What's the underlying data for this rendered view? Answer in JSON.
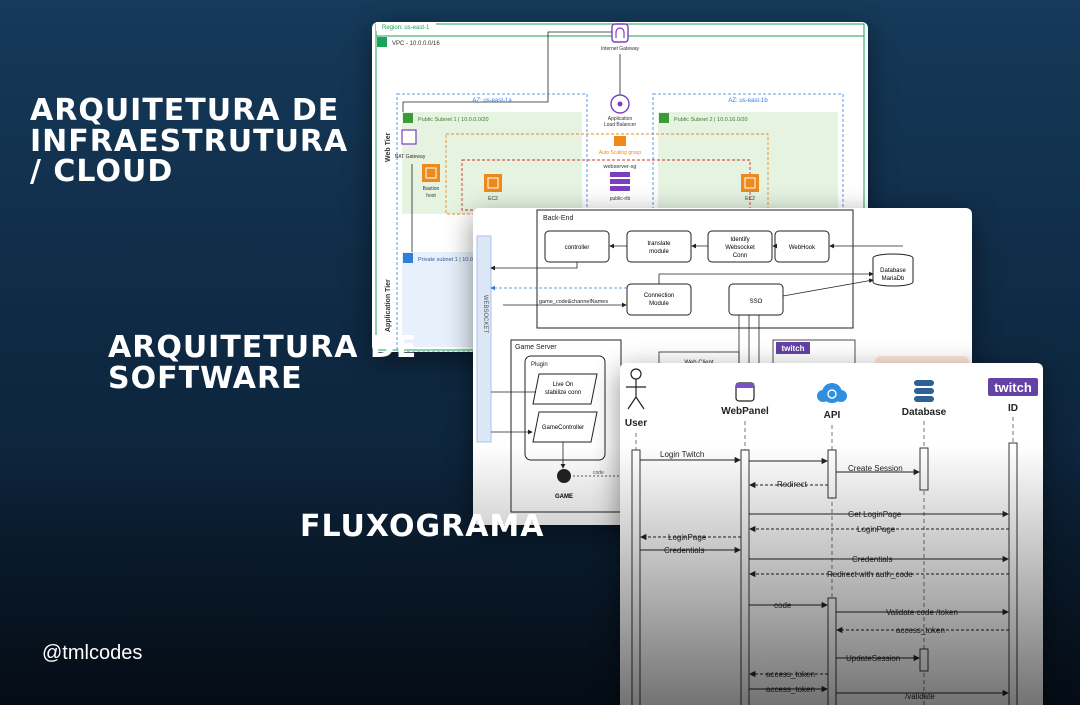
{
  "headings": {
    "infra": [
      "ARQUITETURA DE",
      "INFRAESTRUTURA",
      "/ CLOUD"
    ],
    "software": [
      "ARQUITETURA DE",
      "SOFTWARE"
    ],
    "flow": "FLUXOGRAMA"
  },
  "handle": "@tmlcodes",
  "infra": {
    "region": "Region: us-east-1",
    "vpc": "VPC - 10.0.0.0/16",
    "internet_gateway": "Internet Gateway",
    "alb": [
      "Application",
      "Load Balancer"
    ],
    "az_a": "AZ: us-east-1a",
    "az_b": "AZ: us-east-1b",
    "subnet_a": "Public Subnet 1 | 10.0.0.0/20",
    "subnet_b": "Public Subnet 2 | 10.0.16.0/20",
    "web_tier": "Web Tier",
    "nat": "NAT Gateway",
    "asg": "Auto Scaling group",
    "webserver_sg": "webserver-sg",
    "bastion": [
      "Bastion",
      "host"
    ],
    "ec2": "EC2",
    "public_rtb": "public-rtb",
    "private_subnet": "Private subnet 1 | 10.0.",
    "app_tier": "Application Tier"
  },
  "software": {
    "backend": "Back-End",
    "controller": "controller",
    "translate": [
      "translate",
      "module"
    ],
    "identify": [
      "Identify",
      "Websocket",
      "Conn"
    ],
    "webhook": "WebHook",
    "database": [
      "Database",
      "MariaDb"
    ],
    "connection": [
      "Connection",
      "Module"
    ],
    "sso": "SSO",
    "game_code": "game_code&channelNames",
    "websocket": "WEBSOCKET",
    "game_server": "Game Server",
    "plugin": "Plugin",
    "live_on": [
      "Live On",
      "stabilize conn"
    ],
    "game_controller": "GameController",
    "code": "code",
    "game": "GAME",
    "web_client": "Web Client",
    "twitch": "twitch"
  },
  "flow": {
    "actors": [
      "User",
      "WebPanel",
      "API",
      "Database",
      "ID"
    ],
    "twitch": "twitch",
    "messages": [
      "Login Twitch",
      "Create Session",
      "Redirect",
      "Get LoginPage",
      "LoginPage",
      "LoginPage",
      "Credentials",
      "Credentials",
      "Redirect with auth_code",
      "code",
      "Validate code /token",
      "access_token",
      "UpdateSession",
      "access_token",
      "access_token",
      "/validate"
    ]
  }
}
